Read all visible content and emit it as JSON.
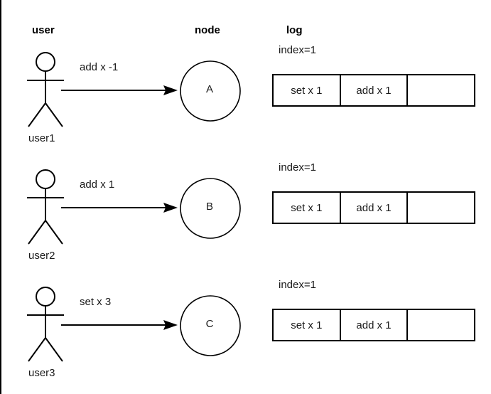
{
  "headers": {
    "user": "user",
    "node": "node",
    "log": "log"
  },
  "rows": [
    {
      "actor_label": "user1",
      "message": "add x -1",
      "node": "A",
      "index_label": "index=1",
      "log_cells": [
        "set x 1",
        "add x 1",
        ""
      ]
    },
    {
      "actor_label": "user2",
      "message": "add x 1",
      "node": "B",
      "index_label": "index=1",
      "log_cells": [
        "set x 1",
        "add x 1",
        ""
      ]
    },
    {
      "actor_label": "user3",
      "message": "set x 3",
      "node": "C",
      "index_label": "index=1",
      "log_cells": [
        "set x 1",
        "add x 1",
        ""
      ]
    }
  ],
  "colors": {
    "stroke": "#000000",
    "text": "#1a1a1a",
    "background": "#ffffff"
  }
}
